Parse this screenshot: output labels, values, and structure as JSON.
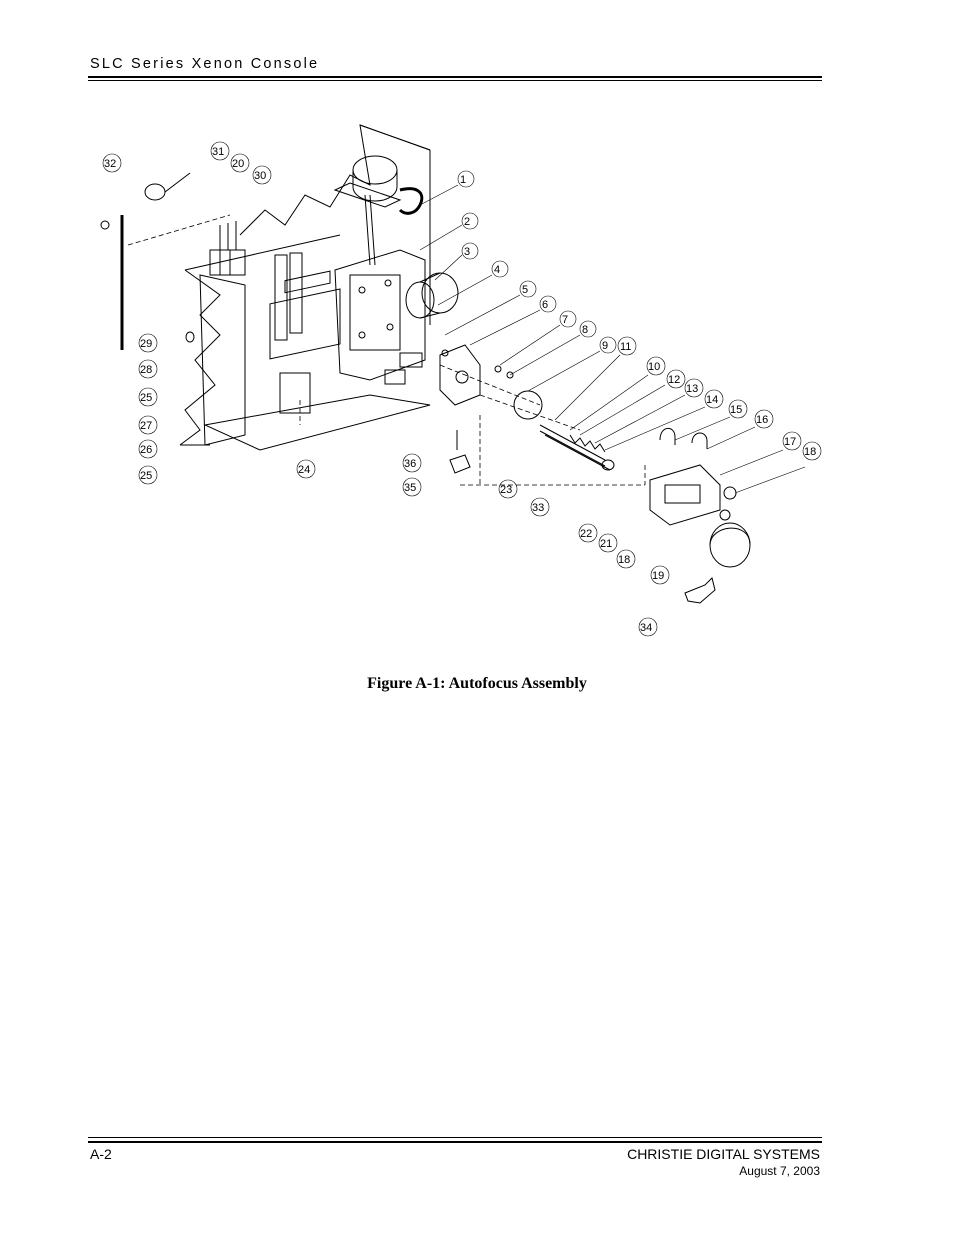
{
  "header": {
    "title": "SLC Series Xenon Console"
  },
  "figure": {
    "caption": "Figure A-1:  Autofocus Assembly",
    "callouts": [
      "1",
      "2",
      "3",
      "4",
      "5",
      "6",
      "7",
      "8",
      "9",
      "10",
      "11",
      "12",
      "13",
      "14",
      "15",
      "16",
      "17",
      "18",
      "19",
      "20",
      "21",
      "22",
      "23",
      "24",
      "25",
      "26",
      "27",
      "28",
      "29",
      "30",
      "31",
      "32",
      "33",
      "34",
      "35",
      "36",
      "25",
      "18"
    ]
  },
  "footer": {
    "page_number": "A-2",
    "company": "CHRISTIE DIGITAL SYSTEMS",
    "date": "August 7, 2003"
  }
}
